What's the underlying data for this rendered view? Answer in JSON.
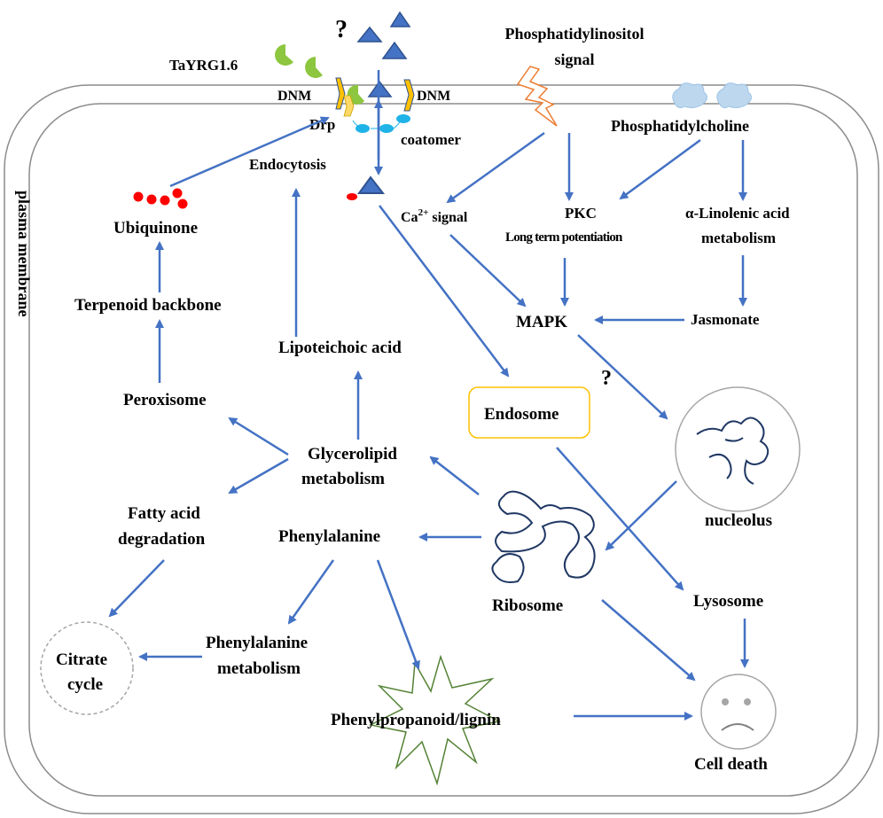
{
  "membrane_label": "plasma membrane",
  "top": {
    "question": "?",
    "tayrg": "TaYRG1.6",
    "dnm_left": "DNM",
    "dnm_right": "DNM",
    "drp": "Drp",
    "coatomer": "coatomer",
    "endocytosis": "Endocytosis",
    "pi_line1": "Phosphatidylinositol",
    "pi_line2": "signal"
  },
  "nodes": {
    "phosphatidylcholine": "Phosphatidylcholine",
    "ca_prefix": "Ca",
    "ca_sup": "2+",
    "ca_suffix": " signal",
    "pkc": "PKC",
    "ltp": "Long term potentiation",
    "linolenic_line1": "α-Linolenic acid",
    "linolenic_line2": "metabolism",
    "mapk": "MAPK",
    "jasmonate": "Jasmonate",
    "ubiquinone": "Ubiquinone",
    "terpenoid": "Terpenoid backbone",
    "lipoteichoic": "Lipoteichoic acid",
    "peroxisome": "Peroxisome",
    "endosome": "Endosome",
    "question2": "?",
    "glycerolipid_line1": "Glycerolipid",
    "glycerolipid_line2": "metabolism",
    "nucleolus": "nucleolus",
    "fatty_line1": "Fatty acid",
    "fatty_line2": "degradation",
    "phenylalanine": "Phenylalanine",
    "ribosome": "Ribosome",
    "lysosome": "Lysosome",
    "phe_met_line1": "Phenylalanine",
    "phe_met_line2": "metabolism",
    "citrate_line1": "Citrate",
    "citrate_line2": "cycle",
    "phenylpropanoid": "Phenylpropanoid/lignin",
    "cell_death": "Cell death"
  },
  "colors": {
    "arrow": "#4472c4",
    "membrane": "#8c8c8c",
    "receptor_fill": "#4472c4",
    "receptor_stroke": "#2f528f",
    "green_ligand": "#8dc63f",
    "dnm_yellow": "#ffc000",
    "drp_yellow": "#ffd966",
    "coatomer_cyan": "#1fb3e8",
    "ubiquinone_red": "#ff0000",
    "lightning_orange": "#ed7d31",
    "cloud": "#bdd7ee",
    "endosome_border": "#ffc000",
    "star_stroke": "#548235"
  }
}
